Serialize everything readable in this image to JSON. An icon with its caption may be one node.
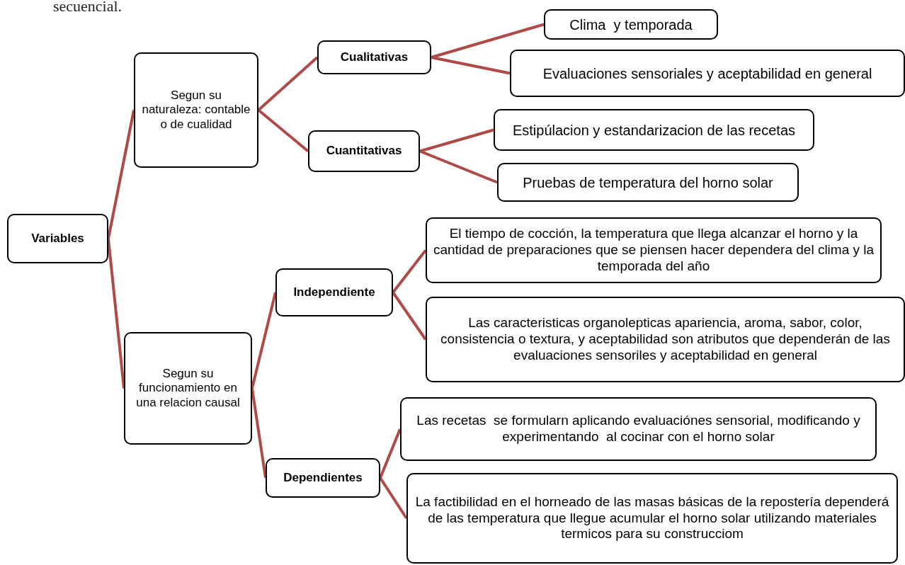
{
  "diagram": {
    "nodes": [
      {
        "text": [
          "Variables"
        ]
      },
      {
        "text": [
          "Segun su naturaleza: contable o de cualidad"
        ]
      },
      {
        "text": [
          "Cualitativas"
        ]
      },
      {
        "text": [
          "Clima  y temporada"
        ]
      },
      {
        "text": [
          "Evaluaciones sensoriales y aceptabilidad en general"
        ]
      },
      {
        "text": [
          "Cuantitativas"
        ]
      },
      {
        "text": [
          "Estipúlacion y estandarizacion de las recetas"
        ]
      },
      {
        "text": [
          "Pruebas de temperatura del horno solar"
        ]
      },
      {
        "text": [
          "Segun su funcionamiento en una relacion causal"
        ]
      },
      {
        "text": [
          "Independiente"
        ]
      },
      {
        "text": [
          "El tiempo de cocción, la temperatura que llega alcanzar el horno y la cantidad de preparaciones que se piensen hacer dependera del clima y la temporada del año"
        ]
      },
      {
        "text": [
          "Las caracteristicas organolepticas apariencia, aroma, sabor, color, consistencia o textura, y aceptabilidad son atributos que dependerán de las evaluaciones sensoriles y aceptabilidad en general"
        ]
      },
      {
        "text": [
          "Dependientes"
        ]
      },
      {
        "text": [
          "Las recetas  se formularn aplicando evaluaciónes sensorial, modificando y experimentando  al cocinar con el horno solar"
        ]
      },
      {
        "text": [
          "La factibilidad en el horneado de las masas básicas de la repostería dependerá de las temperatura que llegue acumular el horno solar utilizando materiales termicos para su construcciom"
        ]
      }
    ],
    "edges": [
      {
        "from": 0,
        "to": 1,
        "arrow": "none"
      },
      {
        "from": 0,
        "to": 8,
        "arrow": "none"
      },
      {
        "from": 1,
        "to": 2,
        "arrow": "none"
      },
      {
        "from": 1,
        "to": 5,
        "arrow": "none"
      },
      {
        "from": 2,
        "to": 3,
        "arrow": "none"
      },
      {
        "from": 2,
        "to": 4,
        "arrow": "none"
      },
      {
        "from": 5,
        "to": 6,
        "arrow": "none"
      },
      {
        "from": 5,
        "to": 7,
        "arrow": "none"
      },
      {
        "from": 8,
        "to": 9,
        "arrow": "none"
      },
      {
        "from": 8,
        "to": 12,
        "arrow": "none"
      },
      {
        "from": 9,
        "to": 10,
        "arrow": "none"
      },
      {
        "from": 9,
        "to": 11,
        "arrow": "none"
      },
      {
        "from": 12,
        "to": 13,
        "arrow": "none"
      },
      {
        "from": 12,
        "to": 14,
        "arrow": "none"
      }
    ],
    "labels": [
      "secuencial."
    ]
  }
}
